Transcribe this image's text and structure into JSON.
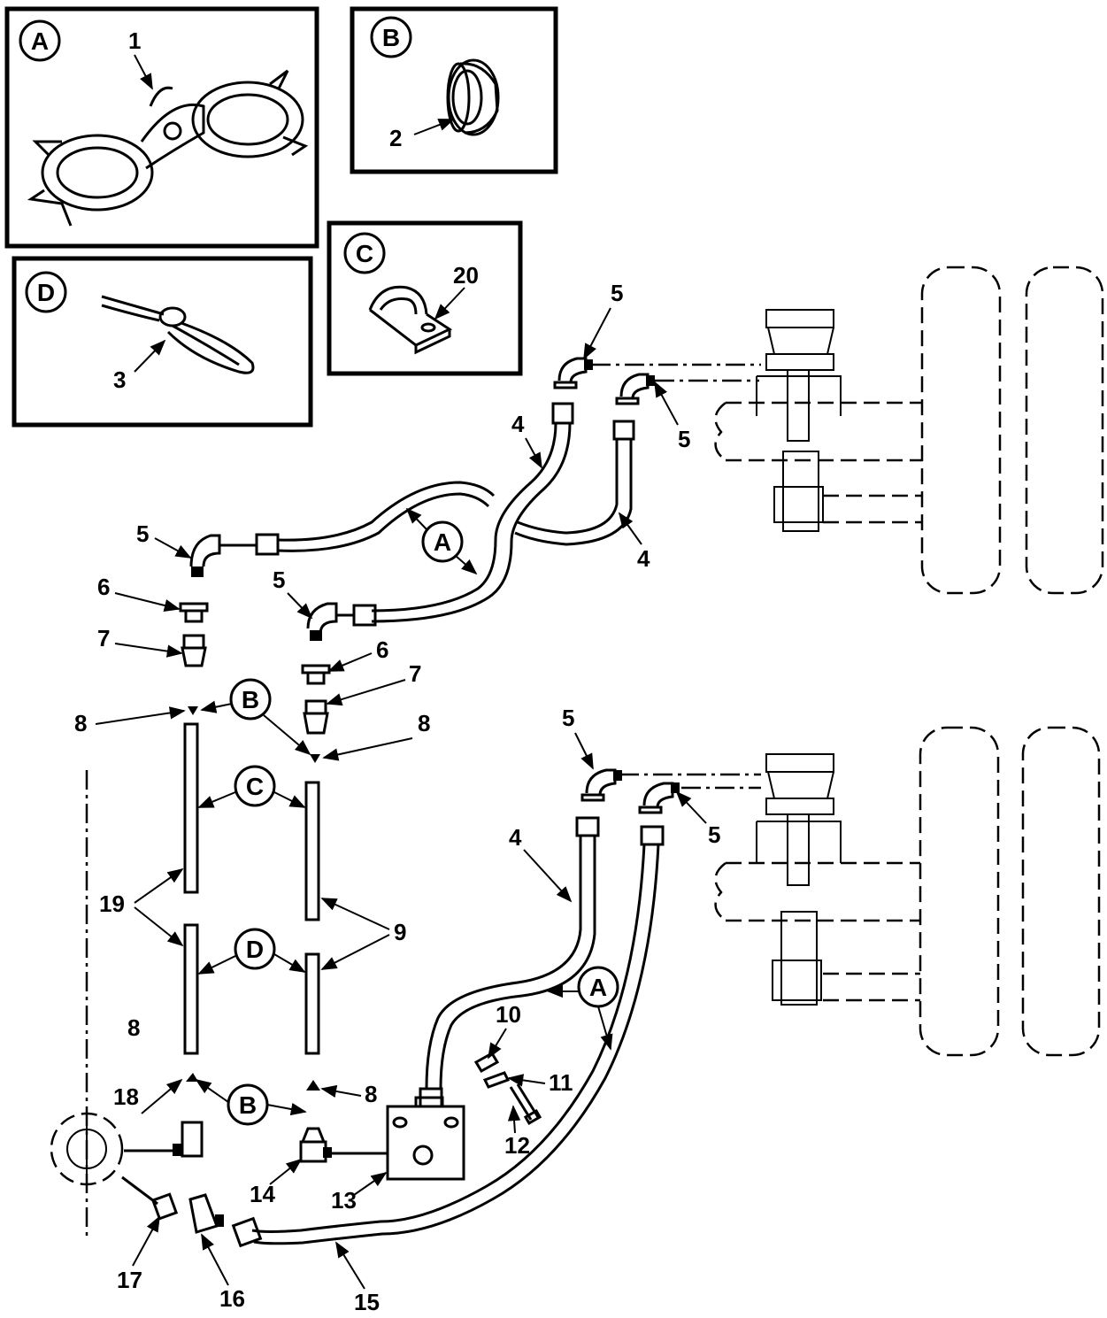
{
  "detail_views": {
    "A": {
      "letter": "A",
      "part": "1"
    },
    "B": {
      "letter": "B",
      "part": "2"
    },
    "C": {
      "letter": "C",
      "part": "20"
    },
    "D": {
      "letter": "D",
      "part": "3"
    }
  },
  "callouts": {
    "A": "A",
    "B": "B",
    "C": "C",
    "D": "D"
  },
  "part_numbers": {
    "p4": "4",
    "p5": "5",
    "p6": "6",
    "p7": "7",
    "p8": "8",
    "p9": "9",
    "p10": "10",
    "p11": "11",
    "p12": "12",
    "p13": "13",
    "p14": "14",
    "p15": "15",
    "p16": "16",
    "p17": "17",
    "p18": "18",
    "p19": "19"
  }
}
